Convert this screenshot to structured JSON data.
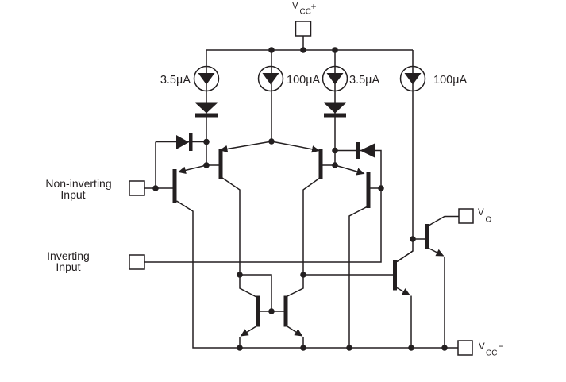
{
  "figure": {
    "kind": "equivalent-circuit-schematic",
    "background": "#ffffff",
    "ink": "#231f20"
  },
  "inputs": {
    "non_inverting": {
      "line1": "Non-inverting",
      "line2": "Input"
    },
    "inverting": {
      "line1": "Inverting",
      "line2": "Input"
    }
  },
  "current_sources": [
    {
      "label": "3.5µA"
    },
    {
      "label": "100µA"
    },
    {
      "label": "3.5µA"
    },
    {
      "label": "100µA"
    }
  ],
  "terminals": {
    "vcc_plus": {
      "base": "V",
      "sub": "CC",
      "sup": "+"
    },
    "output": {
      "base": "V",
      "sub": "O"
    },
    "vcc_minus": {
      "base": "V",
      "sub": "CC",
      "sup": "−"
    }
  }
}
